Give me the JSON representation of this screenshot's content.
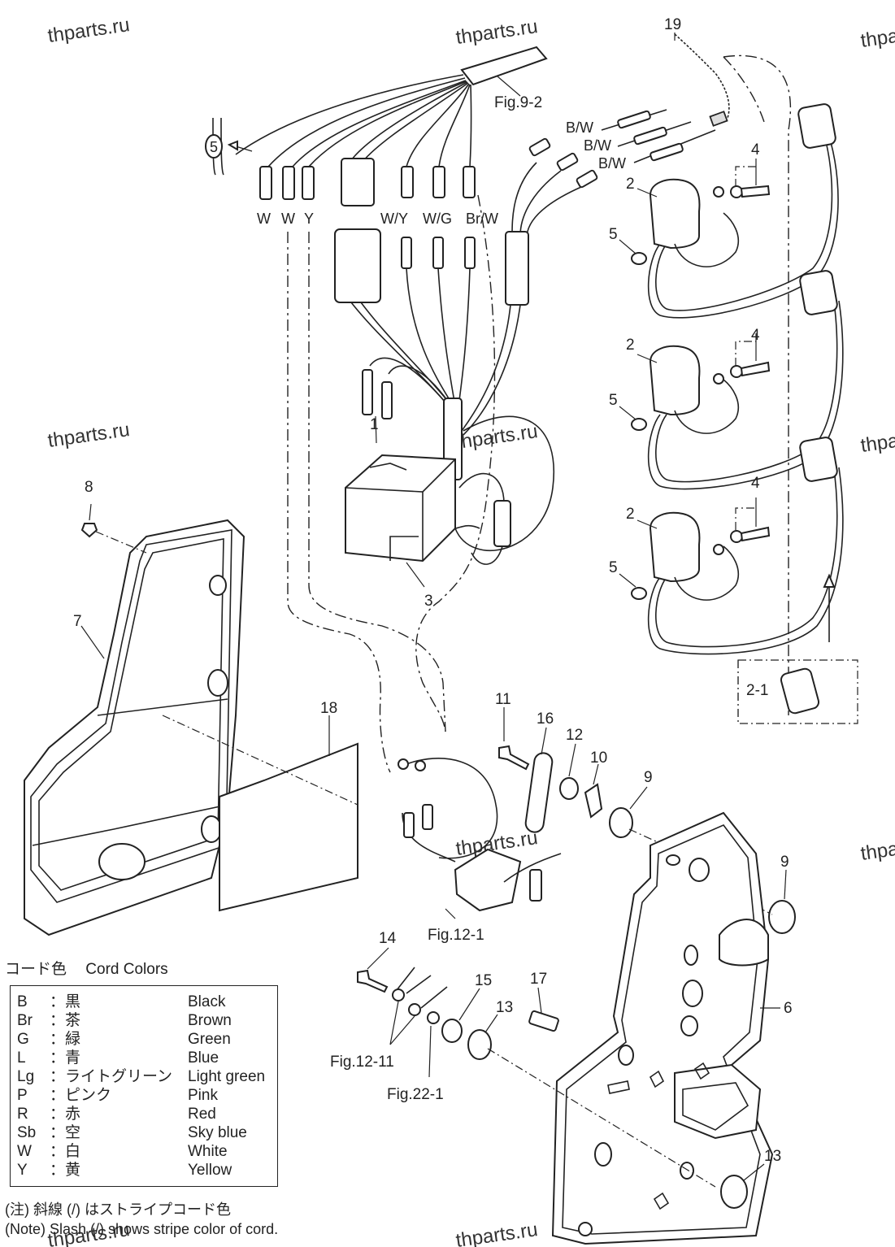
{
  "watermark": "thparts.ru",
  "callouts": [
    "19",
    "4",
    "2",
    "5",
    "4",
    "2",
    "5",
    "4",
    "2",
    "5",
    "1",
    "3",
    "8",
    "7",
    "18",
    "2-1",
    "11",
    "16",
    "12",
    "10",
    "9",
    "9",
    "14",
    "15",
    "17",
    "13",
    "6",
    "13"
  ],
  "wire_labels": [
    "W",
    "W",
    "Y",
    "W/Y",
    "W/G",
    "Br/W",
    "B/W",
    "B/W",
    "B/W",
    "5"
  ],
  "figure_refs": [
    "Fig.9-2",
    "Fig.12-1",
    "Fig.12-11",
    "Fig.22-1"
  ],
  "legend": {
    "title_jp": "コード色",
    "title_en": "Cord Colors",
    "rows": [
      {
        "code": "B",
        "jp": "：黒",
        "en": "Black"
      },
      {
        "code": "Br",
        "jp": "：茶",
        "en": "Brown"
      },
      {
        "code": "G",
        "jp": "：緑",
        "en": "Green"
      },
      {
        "code": "L",
        "jp": "：青",
        "en": "Blue"
      },
      {
        "code": "Lg",
        "jp": "：ライトグリーン",
        "en": "Light green"
      },
      {
        "code": "P",
        "jp": "：ピンク",
        "en": "Pink"
      },
      {
        "code": "R",
        "jp": "：赤",
        "en": "Red"
      },
      {
        "code": "Sb",
        "jp": "：空",
        "en": "Sky blue"
      },
      {
        "code": "W",
        "jp": "：白",
        "en": "White"
      },
      {
        "code": "Y",
        "jp": "：黄",
        "en": "Yellow"
      }
    ]
  },
  "notes": {
    "jp": "(注) 斜線 (/) はストライプコード色",
    "en": "(Note)   Slash  (/)  shows stripe color of cord."
  }
}
